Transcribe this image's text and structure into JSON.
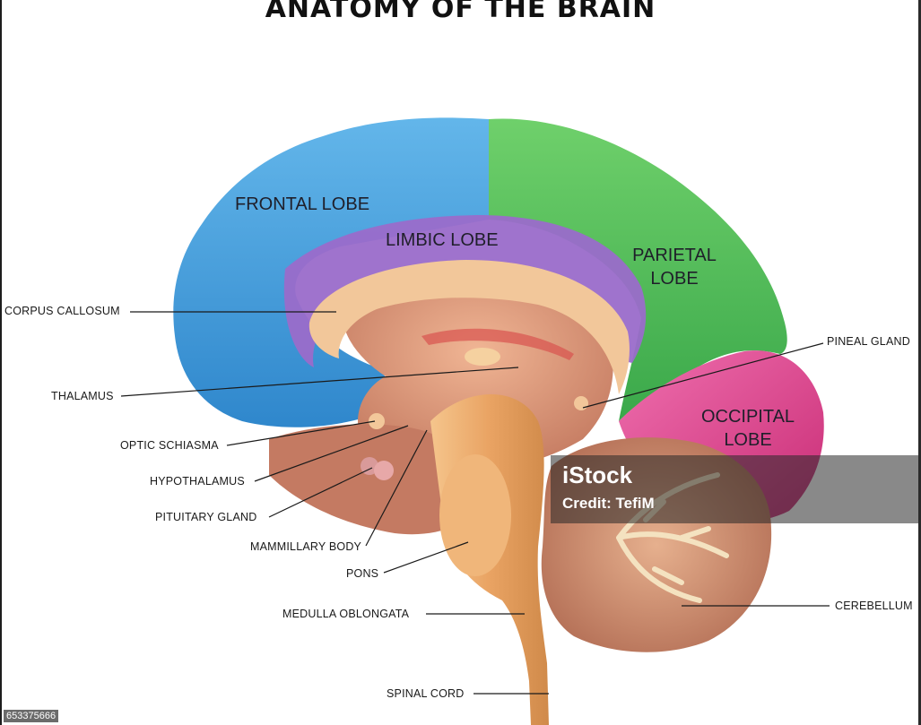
{
  "title": "ANATOMY OF THE BRAIN",
  "lobes": {
    "frontal": "FRONTAL LOBE",
    "limbic": "LIMBIC LOBE",
    "parietal_1": "PARIETAL",
    "parietal_2": "LOBE",
    "occipital_1": "OCCIPITAL",
    "occipital_2": "LOBE"
  },
  "labels": {
    "corpus_callosum": "CORPUS CALLOSUM",
    "thalamus": "THALAMUS",
    "optic_chiasma": "OPTIC SCHIASMA",
    "hypothalamus": "HYPOTHALAMUS",
    "pituitary_gland": "PITUITARY GLAND",
    "mammillary_body": "MAMMILLARY BODY",
    "pons": "PONS",
    "medulla_oblongata": "MEDULLA OBLONGATA",
    "spinal_cord": "SPINAL CORD",
    "pineal_gland": "PINEAL GLAND",
    "cerebellum": "CEREBELLUM"
  },
  "watermark": {
    "brand": "iStock",
    "credit": "Credit: TefiM"
  },
  "stock_id": "653375666",
  "colors": {
    "frontal": "#4aa3df",
    "parietal": "#4cbe5a",
    "limbic": "#9b6cc8",
    "occipital": "#e0438c",
    "corpus_callosum": "#f2c79a",
    "brainstem": "#e8a868",
    "cerebellum": "#c98a6e",
    "inner_brain": "#d99478"
  }
}
